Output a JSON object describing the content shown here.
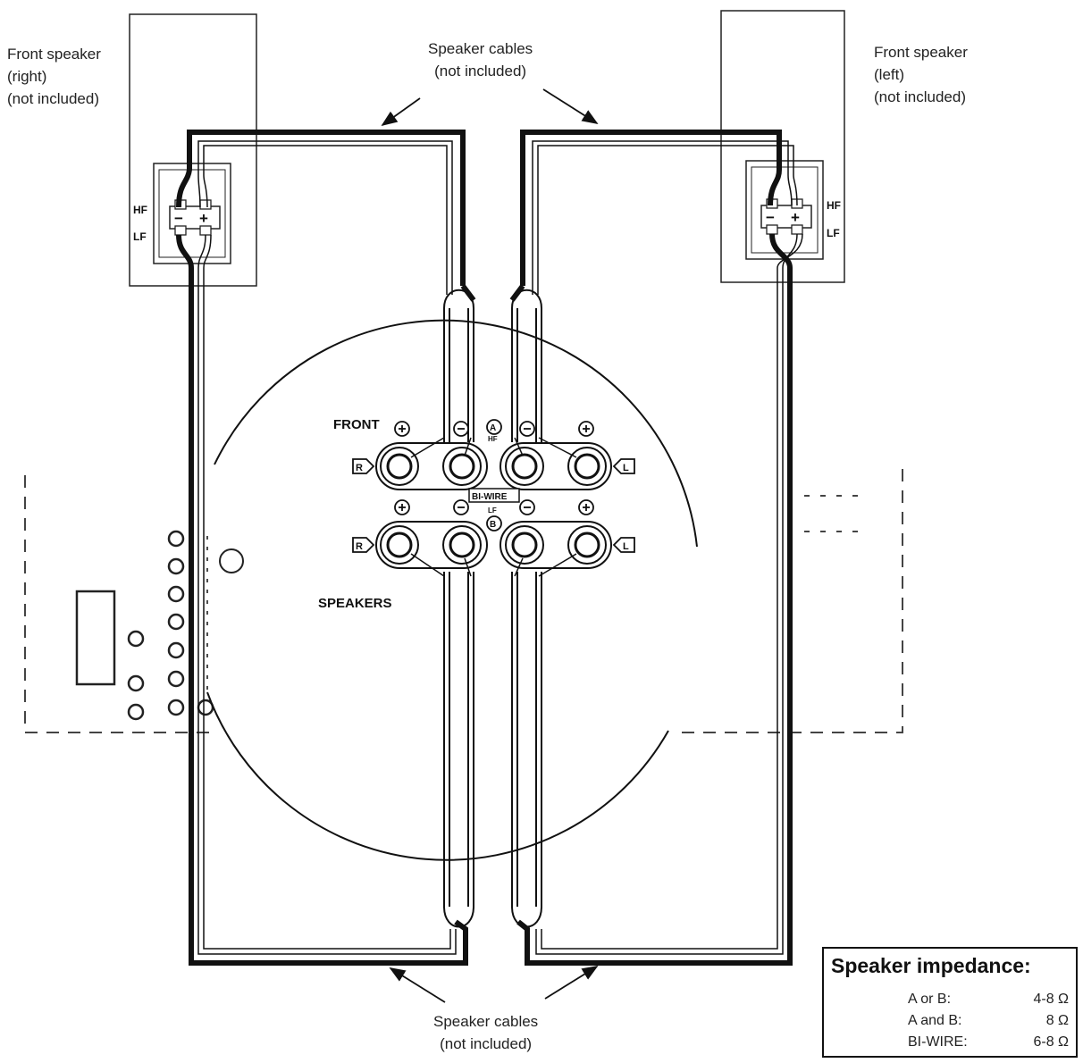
{
  "labels": {
    "front_speaker_right": [
      "Front speaker",
      "(right)",
      "(not included)"
    ],
    "front_speaker_left": [
      "Front speaker",
      "(left)",
      "(not included)"
    ],
    "speaker_cables_top": [
      "Speaker cables",
      "(not included)"
    ],
    "speaker_cables_bottom": [
      "Speaker cables",
      "(not included)"
    ],
    "hf": "HF",
    "lf": "LF",
    "minus": "−",
    "plus": "+",
    "front": "FRONT",
    "speakers": "SPEAKERS",
    "bi_wire": "BI-WIRE",
    "terminal_a": "A",
    "terminal_b": "B",
    "channel_r": "R",
    "channel_l": "L"
  },
  "impedance": {
    "title": "Speaker impedance:",
    "rows": [
      {
        "label": "A or B:",
        "value": "4-8 Ω"
      },
      {
        "label": "A and B:",
        "value": "8 Ω"
      },
      {
        "label": "BI-WIRE:",
        "value": "6-8 Ω"
      }
    ]
  }
}
